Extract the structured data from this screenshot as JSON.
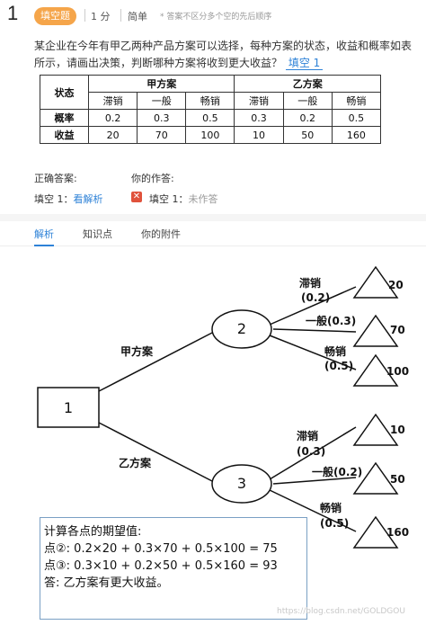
{
  "header": {
    "number": "1",
    "type_tag": "填空题",
    "score": "1 分",
    "difficulty": "简单",
    "note": "* 答案不区分多个空的先后顺序"
  },
  "question": {
    "text": "某企业在今年有甲乙两种产品方案可以选择，每种方案的状态，收益和概率如表所示，请画出决策，判断哪种方案将收到更大收益？",
    "blank_label": "填空 1"
  },
  "table": {
    "state_label": "状态",
    "plan_a": "甲方案",
    "plan_b": "乙方案",
    "states": [
      "滞销",
      "一般",
      "畅销",
      "滞销",
      "一般",
      "畅销"
    ],
    "prob_label": "概率",
    "probs": [
      "0.2",
      "0.3",
      "0.5",
      "0.3",
      "0.2",
      "0.5"
    ],
    "gain_label": "收益",
    "gains": [
      "20",
      "70",
      "100",
      "10",
      "50",
      "160"
    ]
  },
  "answers": {
    "correct_label": "正确答案:",
    "correct_prefix": "填空 1：",
    "correct_value": "看解析",
    "your_label": "你的作答:",
    "your_prefix": "填空 1：",
    "your_value": "未作答"
  },
  "tabs": [
    "解析",
    "知识点",
    "你的附件"
  ],
  "solution": {
    "root": "1",
    "node_a": "2",
    "node_b": "3",
    "branch_a": "甲方案",
    "branch_b": "乙方案",
    "a_states": [
      "滞销",
      "(0.2)",
      "一般(0.3)",
      "畅销",
      "(0.5)"
    ],
    "a_values": [
      "20",
      "70",
      "100"
    ],
    "b_states": [
      "滞销",
      "(0.3)",
      "一般(0.2)",
      "畅销",
      "(0.5)"
    ],
    "b_values": [
      "10",
      "50",
      "160"
    ],
    "result_lines": [
      "计算各点的期望值:",
      "点②:  0.2×20 + 0.3×70 + 0.5×100 = 75",
      "点③:  0.3×10 + 0.2×50 + 0.5×160 = 93",
      "答:  乙方案有更大收益。"
    ],
    "watermark": "https://blog.csdn.net/GOLDGOU"
  }
}
